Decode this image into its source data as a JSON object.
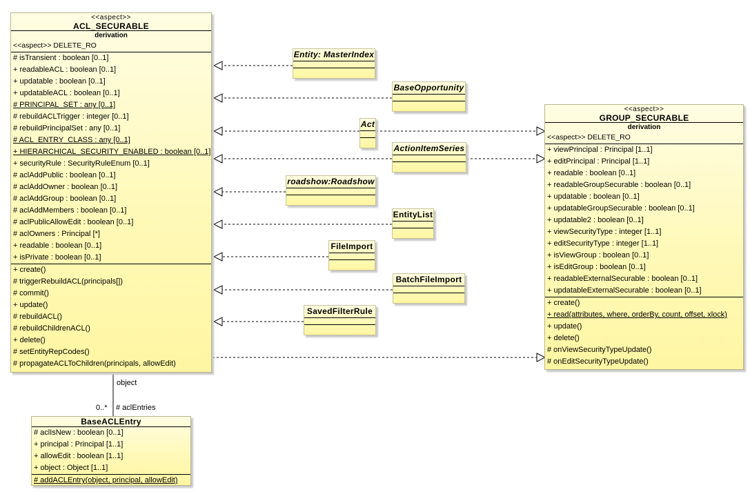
{
  "acl_securable": {
    "stereotype": "<<aspect>>",
    "name": "ACL_SECURABLE",
    "derivation": "derivation",
    "aspect_line": "<<aspect>> DELETE_RO",
    "attributes": [
      "# isTransient : boolean [0..1]",
      "+ readableACL : boolean [0..1]",
      "+ updatable : boolean [0..1]",
      "+ updatableACL : boolean [0..1]",
      "# PRINCIPAL_SET : any [0..1]",
      "# rebuildACLTrigger : integer [0..1]",
      "# rebuildPrincipalSet : any [0..1]",
      "# ACL_ENTRY_CLASS : any [0..1]",
      "+ HIERARCHICAL_SECURITY_ENABLED : boolean [0..1]",
      "+ securityRule : SecurityRuleEnum [0..1]",
      "# aclAddPublic : boolean [0..1]",
      "# aclAddOwner : boolean [0..1]",
      "# aclAddGroup : boolean [0..1]",
      "# aclAddMembers : boolean [0..1]",
      "# aclPublicAllowEdit : boolean [0..1]",
      "# aclOwners : Principal [*]",
      "+ readable : boolean [0..1]",
      "+ isPrivate : boolean [0..1]"
    ],
    "operations": [
      "+ create()",
      "# triggerRebuildACL(principals[])",
      "# commit()",
      "+ update()",
      "# rebuildACL()",
      "# rebuildChildrenACL()",
      "+ delete()",
      "# setEntityRepCodes()",
      "# propagateACLToChildren(principals, allowEdit)"
    ]
  },
  "group_securable": {
    "stereotype": "<<aspect>>",
    "name": "GROUP_SECURABLE",
    "derivation": "derivation",
    "aspect_line": "<<aspect>> DELETE_RO",
    "attributes": [
      "+ viewPrincipal : Principal [1..1]",
      "+ editPrincipal : Principal [1..1]",
      "+ readable : boolean [0..1]",
      "+ readableGroupSecurable : boolean [0..1]",
      "+ updatable : boolean [0..1]",
      "+ updatableGroupSecurable : boolean [0..1]",
      "+ updatable2 : boolean [0..1]",
      "+ viewSecurityType : integer [1..1]",
      "+ editSecurityType : integer [1..1]",
      "+ isViewGroup : boolean [0..1]",
      "+ isEditGroup : boolean [0..1]",
      "+ readableExternalSecurable : boolean [0..1]",
      "+ updatableExternalSecurable : boolean [0..1]"
    ],
    "operations": [
      "+ create()",
      "+ read(attributes, where, orderBy, count, offset, xlock)",
      "+ update()",
      "+ delete()",
      "# onViewSecurityTypeUpdate()",
      "# onEditSecurityTypeUpdate()"
    ]
  },
  "base_acl_entry": {
    "name": "BaseACLEntry",
    "attributes": [
      "# aclIsNew : boolean [0..1]",
      "+ principal : Principal [1..1]",
      "+ allowEdit : boolean [1..1]",
      "+ object : Object [1..1]"
    ],
    "operations": [
      "# addACLEntry(object, principal, allowEdit)"
    ]
  },
  "small_classes": [
    {
      "id": "entity-masterindex",
      "name": "Entity: MasterIndex"
    },
    {
      "id": "baseopportunity",
      "name": "BaseOpportunity"
    },
    {
      "id": "act",
      "name": "Act"
    },
    {
      "id": "actionitemseries",
      "name": "ActionItemSeries"
    },
    {
      "id": "roadshow",
      "name": "roadshow:Roadshow"
    },
    {
      "id": "entitylist",
      "name": "EntityList"
    },
    {
      "id": "fileimport",
      "name": "FileImport"
    },
    {
      "id": "batchfileimport",
      "name": "BatchFileImport"
    },
    {
      "id": "savedfilterrule",
      "name": "SavedFilterRule"
    }
  ],
  "association": {
    "source_role": "object",
    "target_multiplicity": "0..*",
    "target_role": "# aclEntries"
  }
}
